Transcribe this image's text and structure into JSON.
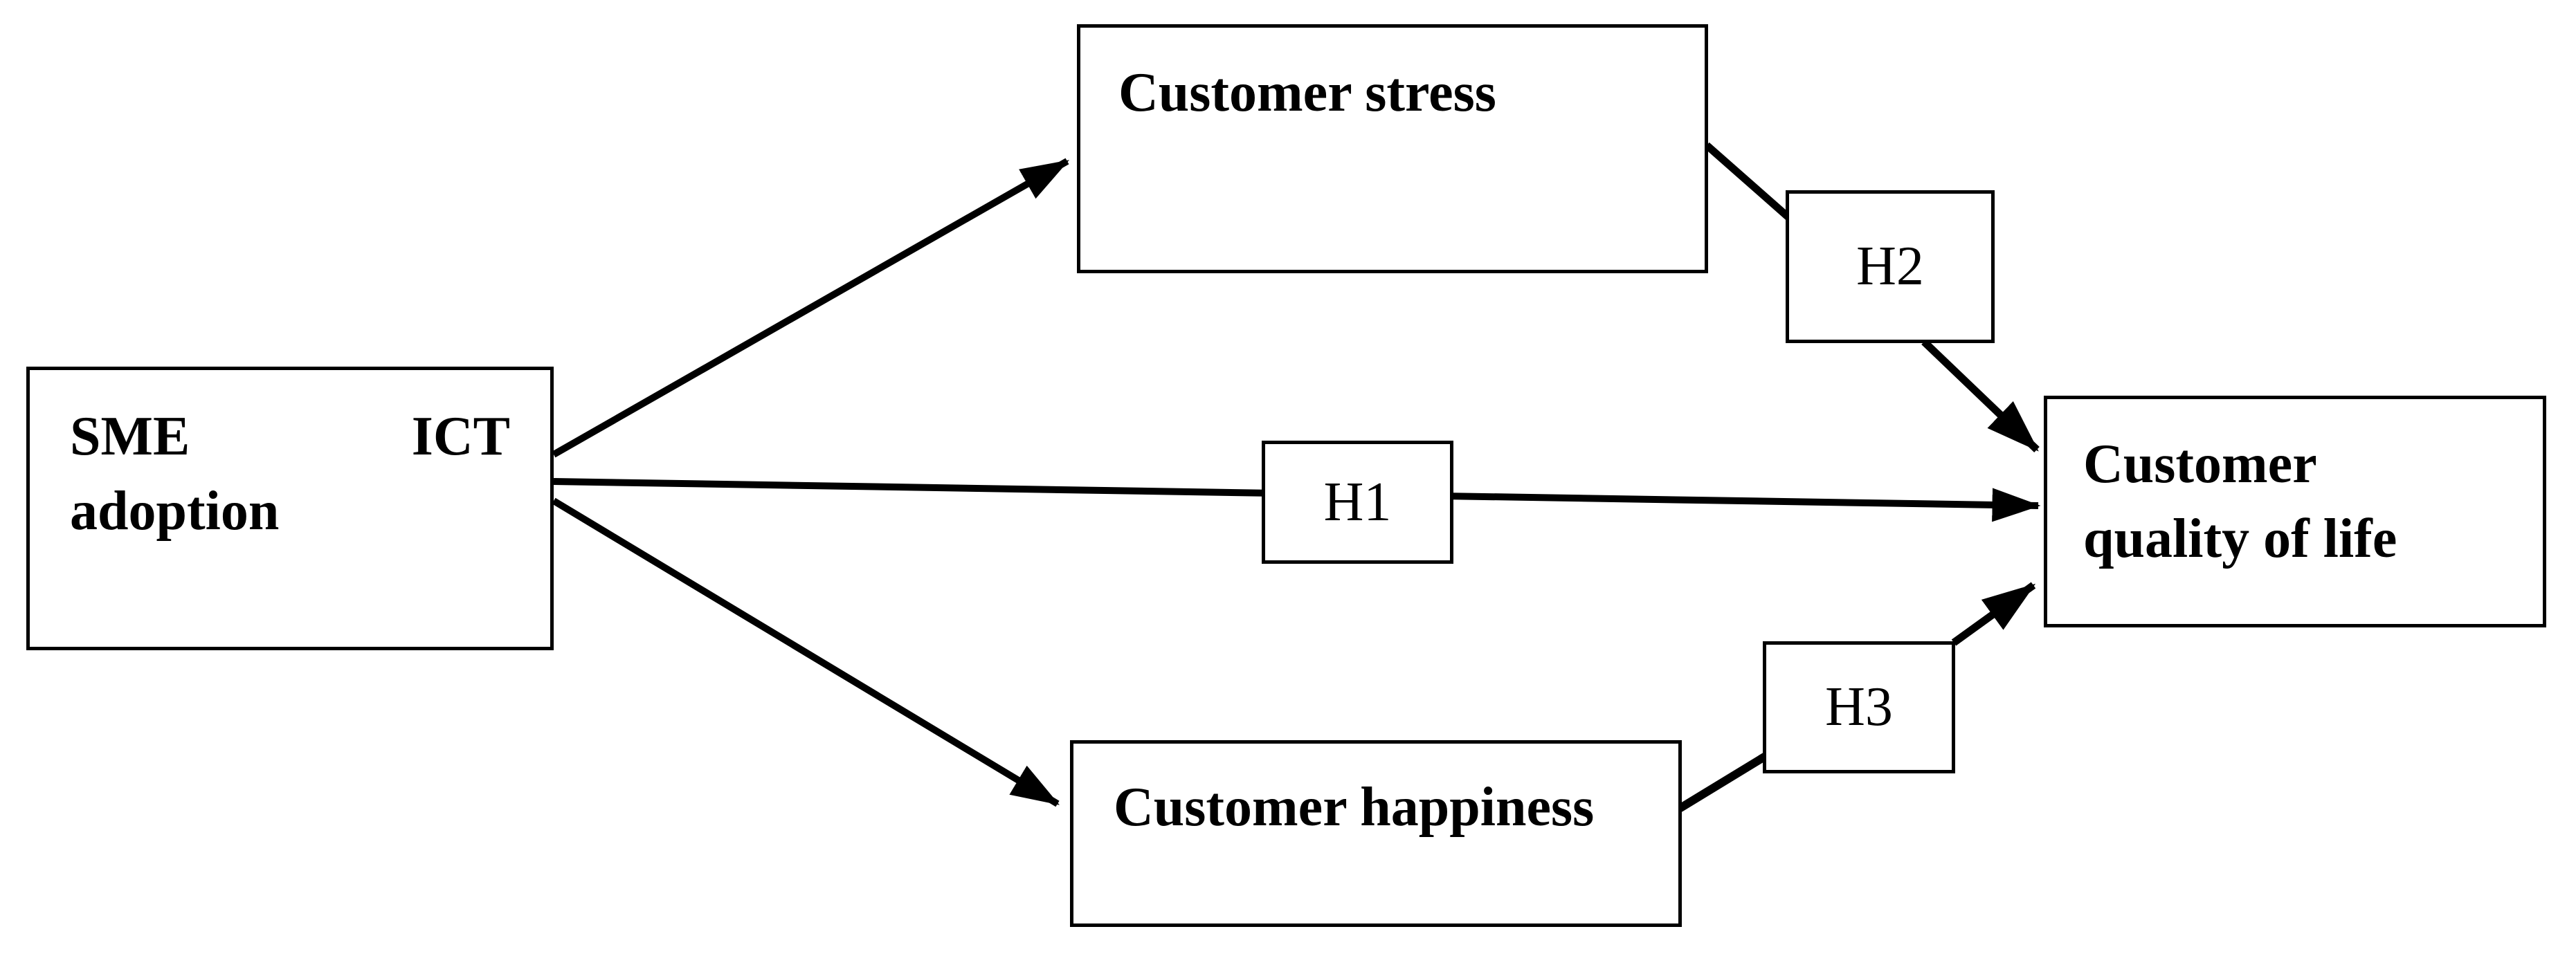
{
  "diagram": {
    "colors": {
      "background": "#ffffff",
      "stroke": "#000000",
      "text": "#000000"
    },
    "nodes": {
      "sme": {
        "line1_left": "SME",
        "line1_right": "ICT",
        "line2": "adoption"
      },
      "stress": {
        "label": "Customer stress"
      },
      "quality": {
        "line1": "Customer",
        "line2": "quality of life"
      },
      "happiness": {
        "label": "Customer happiness"
      }
    },
    "hypotheses": {
      "h1": {
        "label": "H1"
      },
      "h2": {
        "label": "H2"
      },
      "h3": {
        "label": "H3"
      }
    },
    "edges": [
      {
        "from": "SME ICT adoption",
        "to": "Customer stress",
        "style": "arrow"
      },
      {
        "from": "SME ICT adoption",
        "to": "Customer quality of life",
        "via": "H1",
        "style": "arrow"
      },
      {
        "from": "SME ICT adoption",
        "to": "Customer happiness",
        "style": "arrow"
      },
      {
        "from": "Customer stress",
        "to": "H2",
        "style": "line"
      },
      {
        "from": "H2",
        "to": "Customer quality of life",
        "style": "arrow"
      },
      {
        "from": "Customer happiness",
        "to": "H3",
        "style": "line"
      },
      {
        "from": "H3",
        "to": "Customer quality of life",
        "style": "arrow"
      }
    ]
  }
}
